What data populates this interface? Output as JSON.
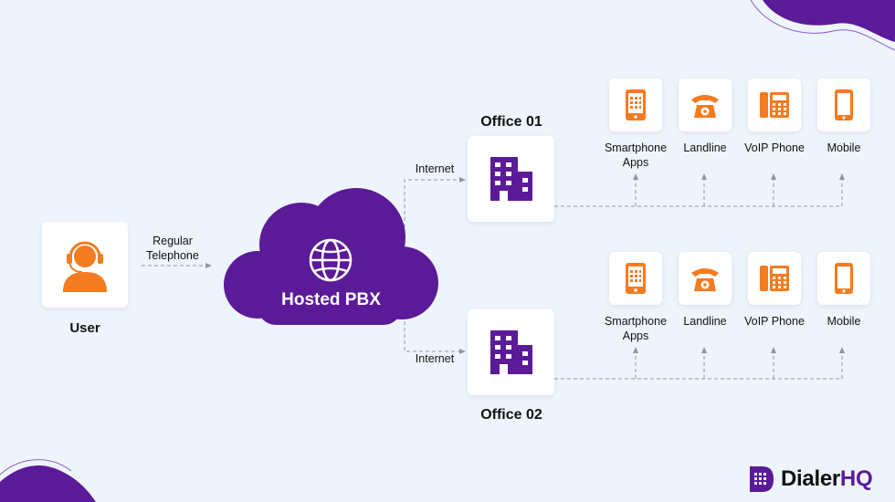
{
  "colors": {
    "purple": "#5b1a97",
    "orange": "#f47b20",
    "background": "#eef4fb",
    "line": "#8a97a8"
  },
  "user": {
    "label": "User",
    "icon": "headset-user-icon"
  },
  "connection_user": {
    "label_line1": "Regular",
    "label_line2": "Telephone"
  },
  "cloud": {
    "label": "Hosted PBX",
    "icon": "globe-icon"
  },
  "offices": [
    {
      "label": "Office 01",
      "link_label": "Internet",
      "icon": "building-icon"
    },
    {
      "label": "Office 02",
      "link_label": "Internet",
      "icon": "building-icon"
    }
  ],
  "devices": [
    {
      "label_line1": "Smartphone",
      "label_line2": "Apps",
      "icon": "smartphone-icon"
    },
    {
      "label_line1": "Landline",
      "label_line2": "",
      "icon": "landline-phone-icon"
    },
    {
      "label_line1": "VoIP Phone",
      "label_line2": "",
      "icon": "voip-phone-icon"
    },
    {
      "label_line1": "Mobile",
      "label_line2": "",
      "icon": "mobile-icon"
    }
  ],
  "brand": {
    "name_part1": "Dialer",
    "name_part2": "HQ",
    "icon": "dialerhq-logo-icon"
  }
}
